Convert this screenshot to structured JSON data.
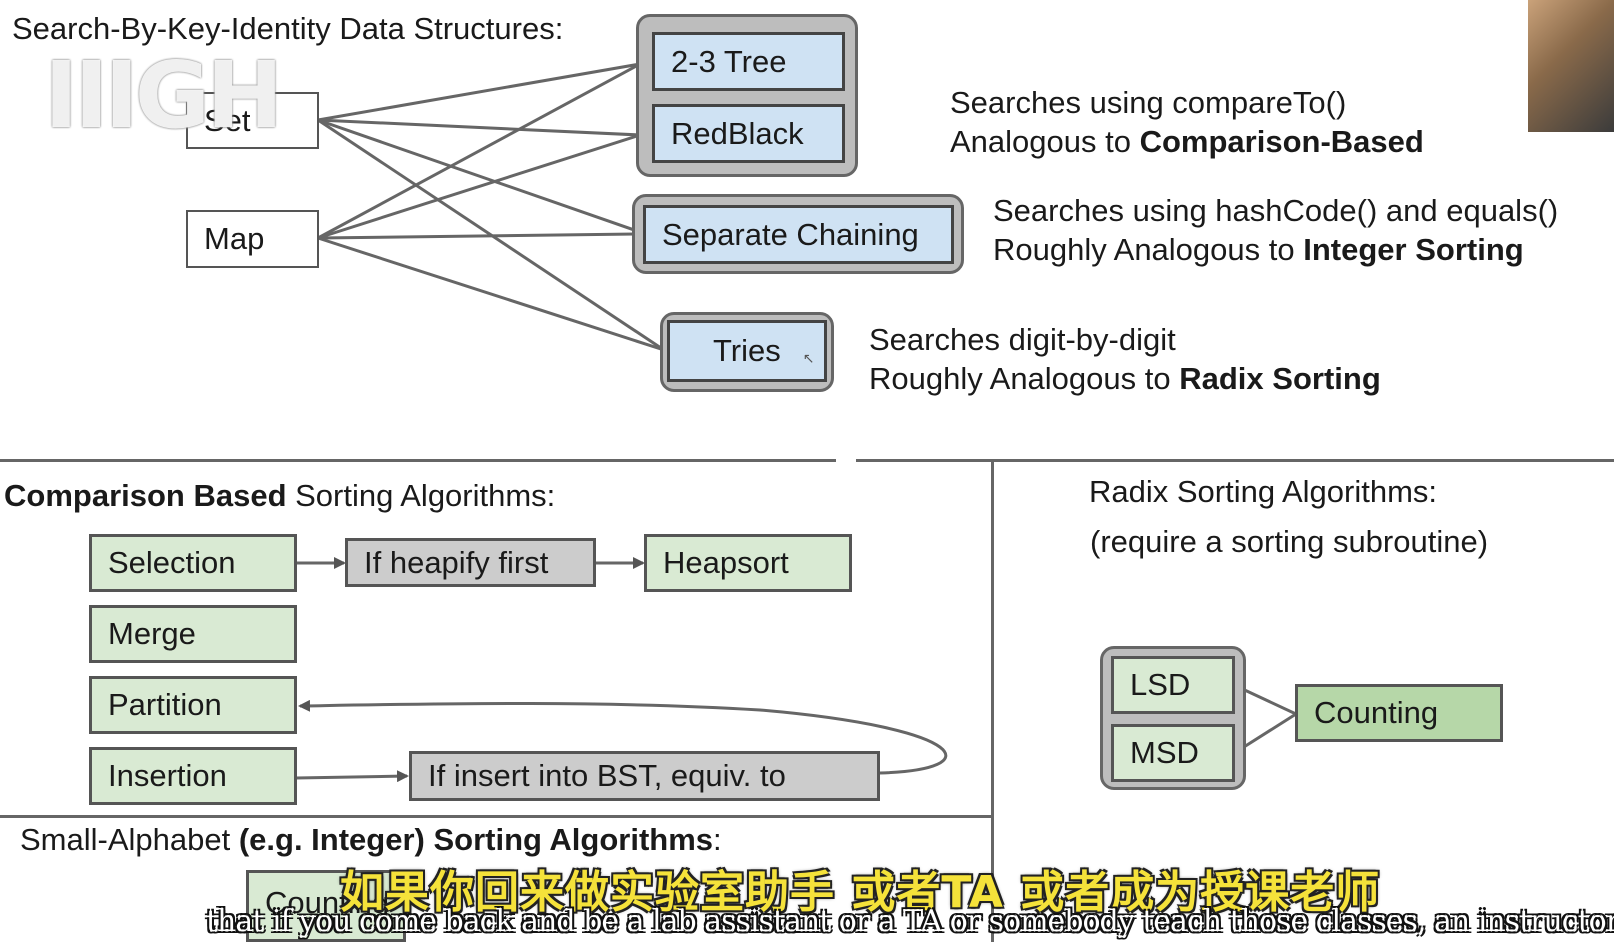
{
  "top": {
    "title": "Search-By-Key-Identity Data Structures:",
    "interfaces": [
      "Set",
      "Map"
    ],
    "implementations": [
      "2-3 Tree",
      "RedBlack",
      "Separate Chaining",
      "Tries"
    ],
    "descriptions": {
      "tree": {
        "line1": "Searches using compareTo()",
        "line2_prefix": "Analogous to ",
        "line2_bold": "Comparison-Based"
      },
      "hash": {
        "line1": "Searches using hashCode() and equals()",
        "line2_prefix": "Roughly Analogous to ",
        "line2_bold": "Integer Sorting"
      },
      "trie": {
        "line1": "Searches digit-by-digit",
        "line2_prefix": "Roughly Analogous to ",
        "line2_bold": "Radix Sorting"
      }
    }
  },
  "comparison": {
    "title_bold": "Comparison Based",
    "title_rest": " Sorting Algorithms:",
    "algorithms": [
      "Selection",
      "Merge",
      "Partition",
      "Insertion"
    ],
    "heapify_note": "If heapify first",
    "heapsort": "Heapsort",
    "bst_note": "If insert into BST, equiv. to"
  },
  "radix": {
    "title1": "Radix Sorting Algorithms:",
    "title2": "(require a sorting subroutine)",
    "variants": [
      "LSD",
      "MSD"
    ],
    "subroutine": "Counting"
  },
  "small_alphabet": {
    "title_prefix": "Small-Alphabet ",
    "title_bold": "(e.g. Integer) Sorting Algorithms",
    "title_suffix": ":",
    "items": [
      "Counting"
    ]
  },
  "subtitles": {
    "zh": "如果你回来做实验室助手 或者TA 或者成为授课老师",
    "en": "that if you come back and be a lab assistant or a TA or somebody teach those classes, an instructor,"
  },
  "watermark": "IIIGH"
}
